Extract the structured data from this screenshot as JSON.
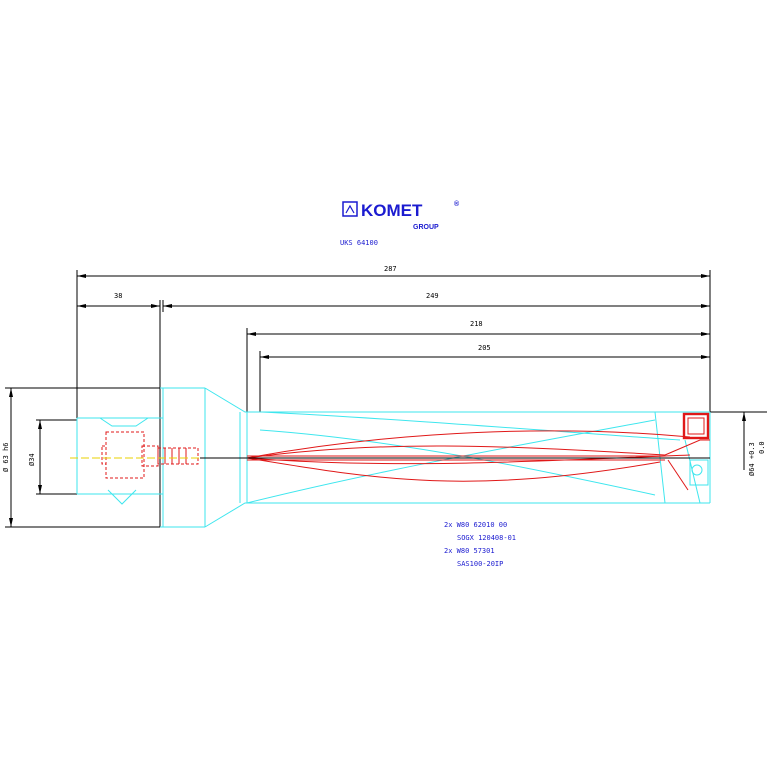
{
  "brand": {
    "name": "KOMET",
    "registered": "®",
    "sub": "GROUP",
    "color": "#1b1bd0"
  },
  "part_number": "UKS 64100",
  "dimensions": {
    "overall": "287",
    "shank_length": "38",
    "body_length": "249",
    "length_1": "218",
    "length_2": "205",
    "shank_diameter": "Ø 63 h6",
    "bore_diameter": "Ø34",
    "tool_diameter": "Ø64 +0.3",
    "tool_diameter_tol_upper": "+0.3",
    "tool_diameter_tol_lower": "0.0"
  },
  "parts_list": [
    "2x W80 62010 00",
    "SOGX 120408-01",
    "2x W80 57301",
    "SAS100-20IP"
  ],
  "colors": {
    "outline": "#3ee6ee",
    "internal": "#e01818",
    "dimension": "#000000",
    "axis": "#e8d200"
  }
}
